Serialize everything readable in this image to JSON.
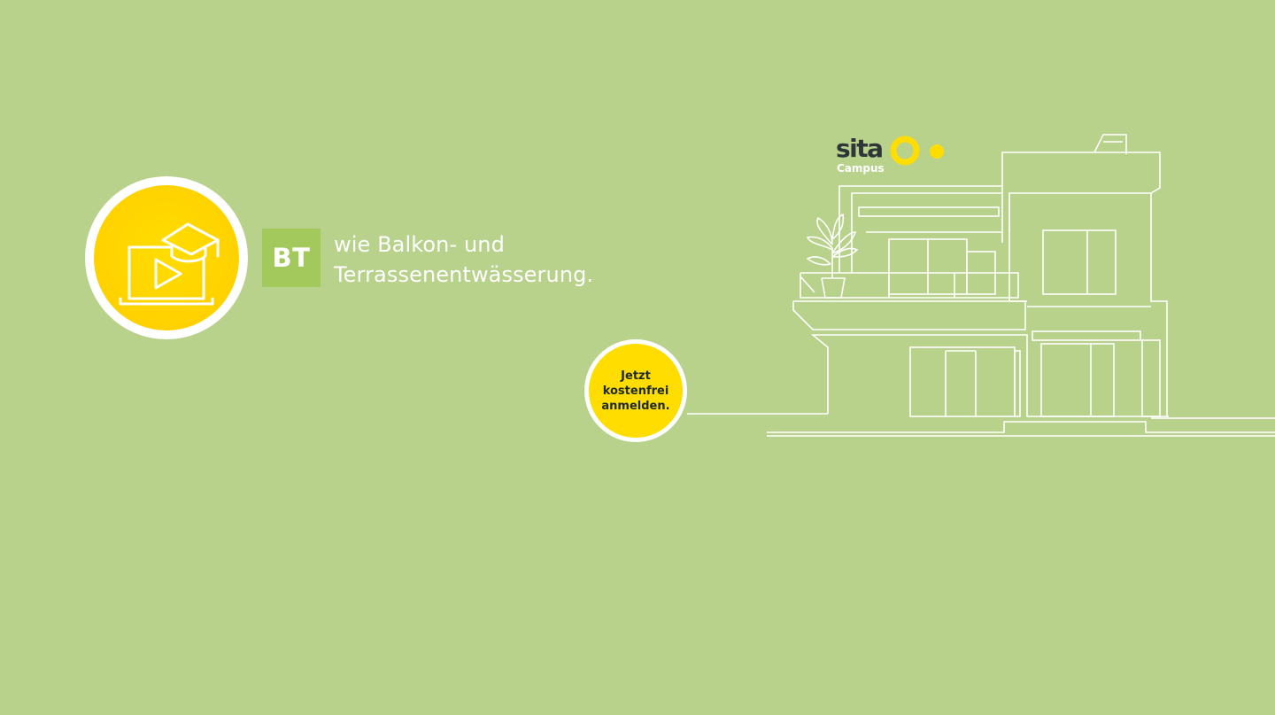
{
  "colors": {
    "background": "#b8d28c",
    "code_box": "#a3c85c",
    "yellow": "#ffdd00",
    "yellow_dark": "#ffcc00",
    "line_art": "#ffffff",
    "logo_text": "#2e3638"
  },
  "icon": {
    "name": "laptop-video-graduation-cap-icon"
  },
  "course": {
    "code": "BT",
    "tagline_line1": "wie Balkon- und",
    "tagline_line2": "Terrassenentwässerung."
  },
  "logo": {
    "wordmark": "sita",
    "subline": "Campus"
  },
  "cta": {
    "line1": "Jetzt",
    "line2": "kostenfrei",
    "line3": "anmelden."
  }
}
